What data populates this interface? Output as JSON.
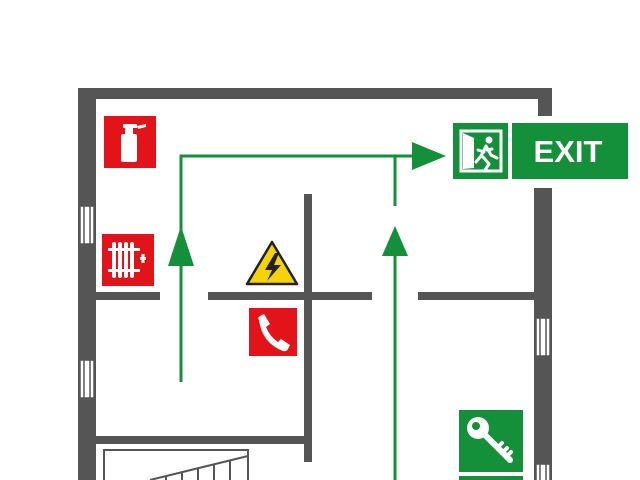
{
  "plan": {
    "exit_label": "EXIT"
  },
  "signs": [
    {
      "kind": "fire-extinguisher",
      "color": "#e2141a",
      "icon": "extinguisher-icon"
    },
    {
      "kind": "fire-hose-reel",
      "color": "#e2141a",
      "icon": "hose-reel-icon"
    },
    {
      "kind": "electrical-hazard",
      "color": "#f5d30b",
      "icon": "lightning-icon"
    },
    {
      "kind": "emergency-phone",
      "color": "#e2141a",
      "icon": "telephone-icon"
    },
    {
      "kind": "emergency-exit",
      "color": "#148f3a",
      "icon": "running-man-door-icon"
    },
    {
      "kind": "emergency-key",
      "color": "#148f3a",
      "icon": "key-icon"
    }
  ],
  "colors": {
    "wall": "#555555",
    "route": "#148f3a",
    "fire": "#e2141a",
    "safety": "#148f3a",
    "warning": "#f5d30b"
  }
}
